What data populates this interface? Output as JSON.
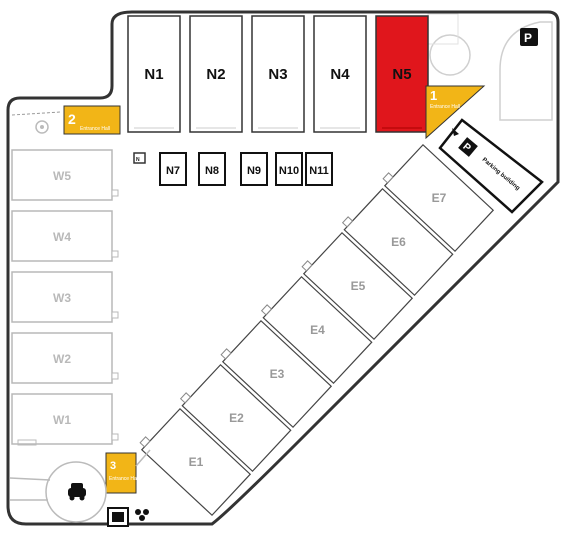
{
  "halls_north": [
    {
      "label": "N1",
      "active": false
    },
    {
      "label": "N2",
      "active": false
    },
    {
      "label": "N3",
      "active": false
    },
    {
      "label": "N4",
      "active": false
    },
    {
      "label": "N5",
      "active": true
    }
  ],
  "rooms_small": [
    {
      "label": "N7"
    },
    {
      "label": "N8"
    },
    {
      "label": "N9"
    },
    {
      "label": "N10"
    },
    {
      "label": "N11"
    }
  ],
  "halls_west": [
    {
      "label": "W5"
    },
    {
      "label": "W4"
    },
    {
      "label": "W3"
    },
    {
      "label": "W2"
    },
    {
      "label": "W1"
    }
  ],
  "halls_east": [
    {
      "label": "E1"
    },
    {
      "label": "E2"
    },
    {
      "label": "E3"
    },
    {
      "label": "E4"
    },
    {
      "label": "E5"
    },
    {
      "label": "E6"
    },
    {
      "label": "E7"
    }
  ],
  "entrances": {
    "north_west_number": "2",
    "north_east_number": "1",
    "south_west_number": "3",
    "caption": "Entrance Hall"
  },
  "parking": {
    "p_label": "P",
    "sign_text": "Parking building",
    "bay_mark": "N"
  },
  "colors": {
    "active_hall": "#e0161c",
    "entrance": "#f2b517",
    "outline": "#333333",
    "grey_outline": "#b8b8b8",
    "dark": "#111111"
  },
  "icons": [
    "car-icon",
    "elevator-icon",
    "parking-icon",
    "fan-icon",
    "gear-icon"
  ]
}
